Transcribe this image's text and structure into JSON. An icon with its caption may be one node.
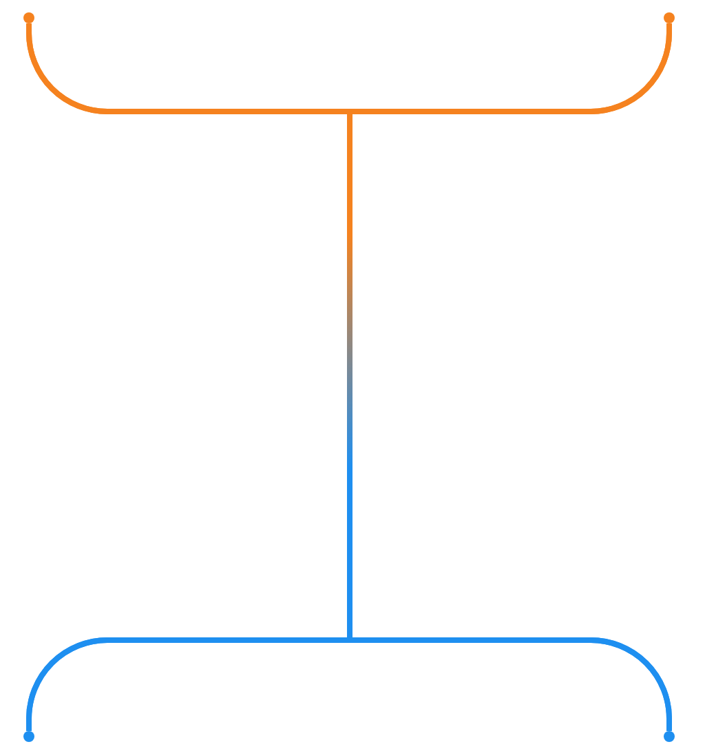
{
  "diagram": {
    "nodes": [
      {
        "text": [],
        "shape": "circle"
      },
      {
        "text": [],
        "shape": "circle"
      },
      {
        "text": [],
        "shape": "circle"
      },
      {
        "text": [],
        "shape": "circle"
      }
    ],
    "edges": [
      {
        "from": 0,
        "to": 2,
        "arrow": "none"
      },
      {
        "from": 0,
        "to": 3,
        "arrow": "none"
      },
      {
        "from": 1,
        "to": 2,
        "arrow": "none"
      },
      {
        "from": 1,
        "to": 3,
        "arrow": "none"
      }
    ]
  }
}
